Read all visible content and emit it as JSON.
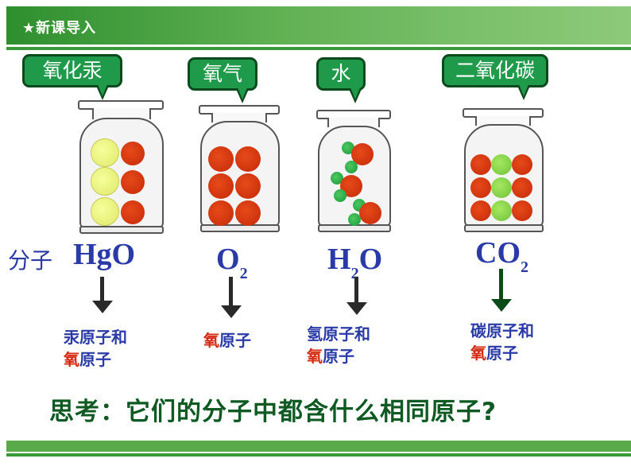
{
  "header": {
    "title": "★新课导入"
  },
  "molecule_label": "分子",
  "jars": [
    {
      "name": "氧化汞",
      "formula_main": "HgO",
      "formula_sub": "",
      "composition": {
        "line1": "汞原子和",
        "line2_red": "氧",
        "line2_rest": "原子"
      }
    },
    {
      "name": "氧气",
      "formula_main": "O",
      "formula_sub": "2",
      "composition": {
        "line1": "",
        "line2_red": "氧",
        "line2_rest": "原子"
      }
    },
    {
      "name": "水",
      "formula_main": "H",
      "formula_sub": "2",
      "formula_tail": "O",
      "composition": {
        "line1": "氢原子和",
        "line2_red": "氧",
        "line2_rest": "原子"
      }
    },
    {
      "name": "二氧化碳",
      "formula_main": "CO",
      "formula_sub": "2",
      "composition": {
        "line1": "碳原子和",
        "line2_red": "氧",
        "line2_rest": "原子"
      }
    }
  ],
  "question": "思考：它们的分子中都含什么相同原子?",
  "colors": {
    "header_green": "#2e8f2e",
    "callout_green": "#1e9a4a",
    "formula_blue": "#2a3aa6",
    "oxygen_red": "#d42a10",
    "question_green": "#0e5a22"
  }
}
